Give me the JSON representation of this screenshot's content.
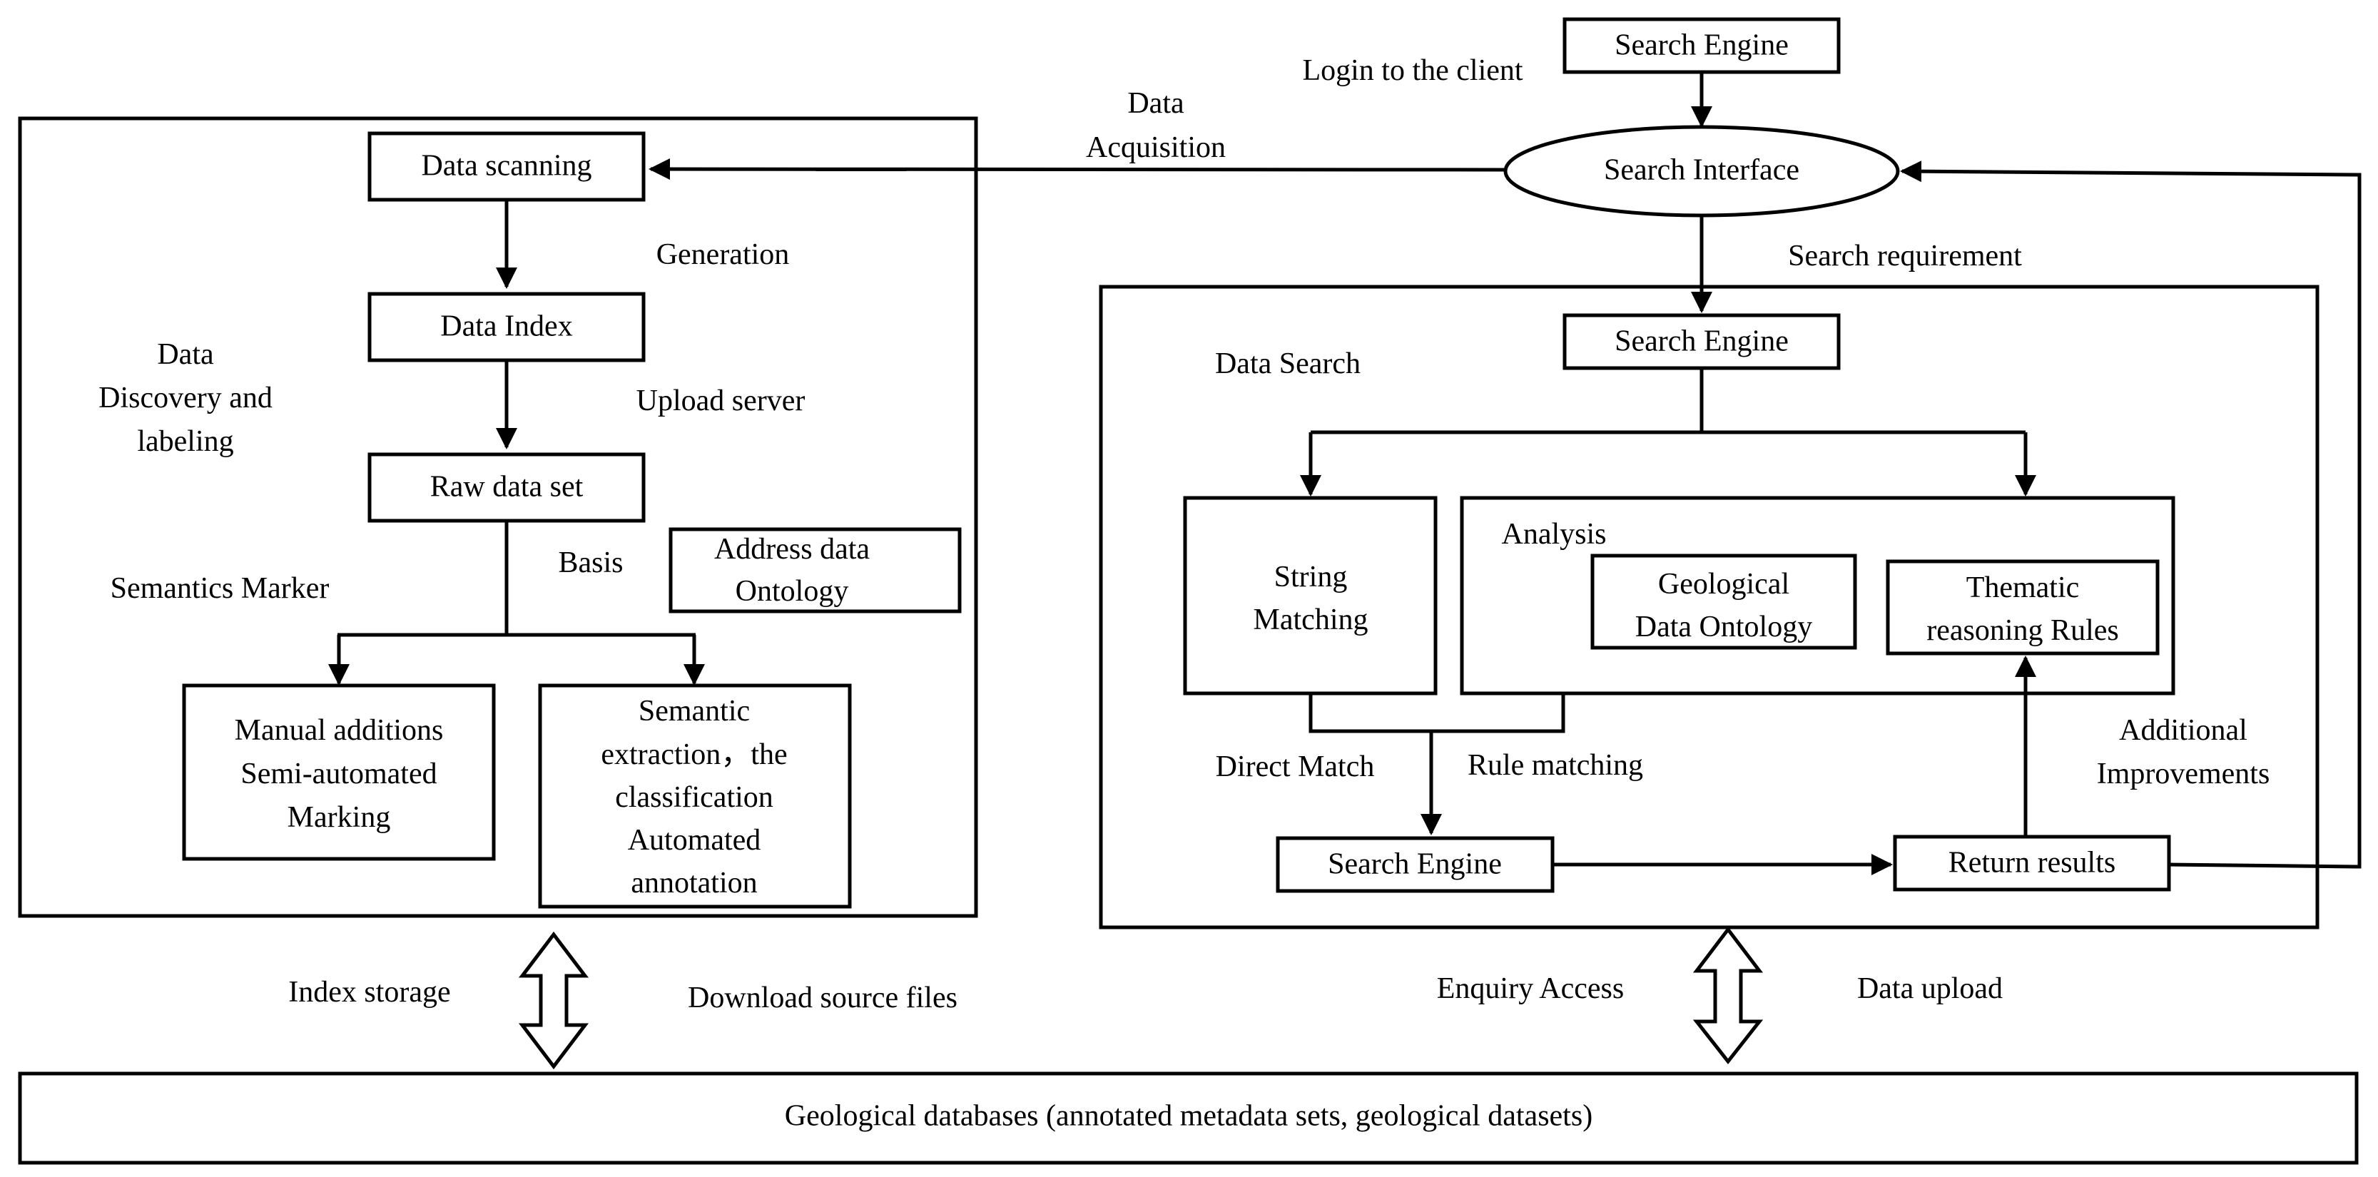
{
  "nodes": {
    "search_engine_top": "Search Engine",
    "search_interface": "Search Interface",
    "data_scanning": "Data scanning",
    "data_index": "Data Index",
    "raw_data_set": "Raw data set",
    "address_ontology": [
      "Address data",
      "Ontology"
    ],
    "manual_marking": [
      "Manual additions",
      "Semi-automated",
      "Marking"
    ],
    "semantic_extraction": [
      "Semantic",
      "extraction，the",
      "classification",
      "Automated",
      "annotation"
    ],
    "search_engine_mid": "Search Engine",
    "string_matching": [
      "String",
      "Matching"
    ],
    "analysis": "Analysis",
    "geological_ontology": [
      "Geological",
      "Data Ontology"
    ],
    "thematic_rules": [
      "Thematic",
      "reasoning Rules"
    ],
    "search_engine_bottom": "Search Engine",
    "return_results": "Return results",
    "geological_databases": "Geological databases (annotated metadata sets, geological datasets)"
  },
  "labels": {
    "login": "Login to the client",
    "data_acquisition": [
      "Data",
      "Acquisition"
    ],
    "generation": "Generation",
    "discovery": [
      "Data",
      "Discovery and",
      "labeling"
    ],
    "upload_server": "Upload server",
    "semantics_marker": "Semantics Marker",
    "basis": "Basis",
    "search_requirement": "Search requirement",
    "data_search": "Data Search",
    "direct_match": "Direct Match",
    "rule_matching": "Rule matching",
    "additional_improvements": [
      "Additional",
      "Improvements"
    ],
    "index_storage": "Index storage",
    "download_source_files": "Download source files",
    "enquiry_access": "Enquiry Access",
    "data_upload": "Data upload"
  }
}
